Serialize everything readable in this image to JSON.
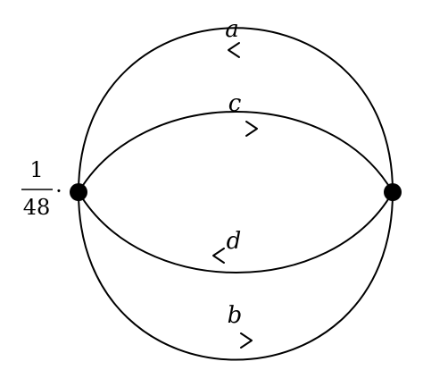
{
  "coefficient": {
    "numerator": "1",
    "denominator": "48",
    "operator": "·"
  },
  "edges": [
    {
      "name": "a",
      "direction": "left"
    },
    {
      "name": "c",
      "direction": "right"
    },
    {
      "name": "d",
      "direction": "left"
    },
    {
      "name": "b",
      "direction": "right"
    }
  ]
}
